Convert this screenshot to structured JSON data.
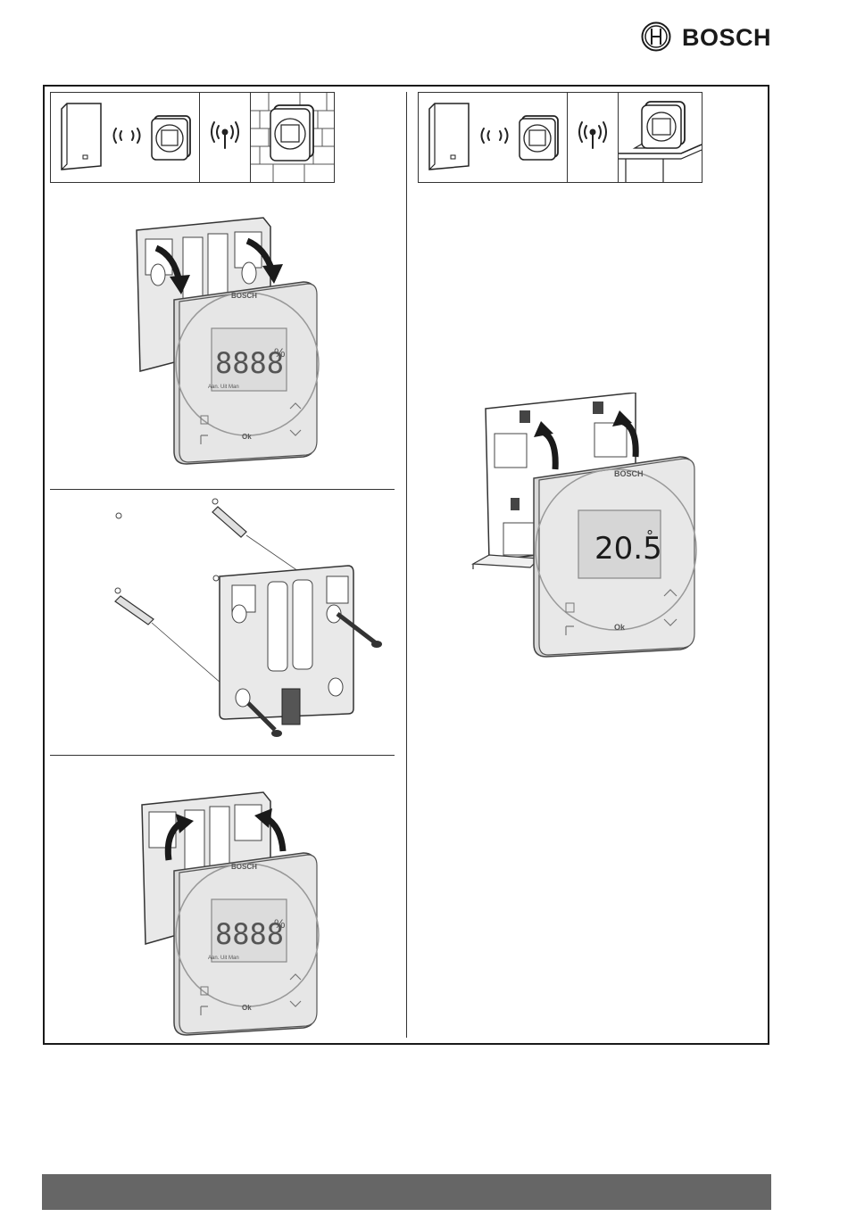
{
  "header": {
    "brand_name": "BOSCH"
  },
  "thermostat": {
    "brand_label": "BOSCH",
    "ok_label": "Ok",
    "lcd_placeholder": "8888",
    "lcd_percent": "%",
    "lcd_modes": "Aan. Uit Man",
    "display_temperature": "20.5",
    "temperature_unit": "°"
  },
  "colors": {
    "frame": "#1a1a1a",
    "footer_bar": "#666666",
    "device_gray": "#d9d9d9"
  },
  "icons": {
    "wall_option": [
      "boiler-icon",
      "wireless-signal-icon",
      "thermostat-icon",
      "antenna-icon",
      "wall-mount-icon"
    ],
    "stand_option": [
      "boiler-icon",
      "wireless-signal-icon",
      "thermostat-icon",
      "antenna-icon",
      "table-stand-icon"
    ]
  }
}
